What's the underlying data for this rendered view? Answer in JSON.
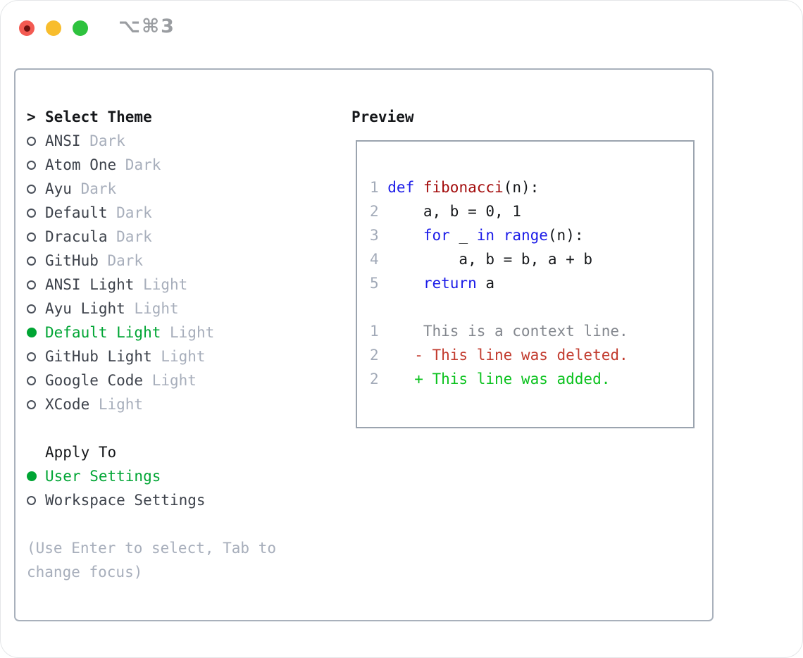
{
  "titlebar": {
    "shortcut": "⌥⌘3",
    "buttons": [
      "close",
      "minimize",
      "zoom"
    ]
  },
  "theme_list": {
    "header_prefix": ">",
    "header": "Select Theme",
    "items": [
      {
        "name": "ANSI",
        "variant": "Dark",
        "selected": false
      },
      {
        "name": "Atom One",
        "variant": "Dark",
        "selected": false
      },
      {
        "name": "Ayu",
        "variant": "Dark",
        "selected": false
      },
      {
        "name": "Default",
        "variant": "Dark",
        "selected": false
      },
      {
        "name": "Dracula",
        "variant": "Dark",
        "selected": false
      },
      {
        "name": "GitHub",
        "variant": "Dark",
        "selected": false
      },
      {
        "name": "ANSI Light",
        "variant": "Light",
        "selected": false
      },
      {
        "name": "Ayu Light",
        "variant": "Light",
        "selected": false
      },
      {
        "name": "Default Light",
        "variant": "Light",
        "selected": true
      },
      {
        "name": "GitHub Light",
        "variant": "Light",
        "selected": false
      },
      {
        "name": "Google Code",
        "variant": "Light",
        "selected": false
      },
      {
        "name": "XCode",
        "variant": "Light",
        "selected": false
      }
    ]
  },
  "apply_to": {
    "header": "Apply To",
    "items": [
      {
        "name": "User Settings",
        "selected": true
      },
      {
        "name": "Workspace Settings",
        "selected": false
      }
    ]
  },
  "hint": "(Use Enter to select, Tab to change focus)",
  "preview": {
    "title": "Preview",
    "lines": [
      {
        "num": "1",
        "tokens": [
          [
            "kw",
            "def"
          ],
          [
            "plain",
            " "
          ],
          [
            "fn",
            "fibonacci"
          ],
          [
            "plain",
            "(n):"
          ]
        ]
      },
      {
        "num": "2",
        "tokens": [
          [
            "plain",
            "    a, b = 0, 1"
          ]
        ]
      },
      {
        "num": "3",
        "tokens": [
          [
            "plain",
            "    "
          ],
          [
            "kw",
            "for"
          ],
          [
            "plain",
            " _ "
          ],
          [
            "kw",
            "in"
          ],
          [
            "plain",
            " "
          ],
          [
            "kw",
            "range"
          ],
          [
            "plain",
            "(n):"
          ]
        ]
      },
      {
        "num": "4",
        "tokens": [
          [
            "plain",
            "        a, b = b, a + b"
          ]
        ]
      },
      {
        "num": "5",
        "tokens": [
          [
            "plain",
            "    "
          ],
          [
            "kw",
            "return"
          ],
          [
            "plain",
            " a"
          ]
        ]
      },
      {
        "num": "",
        "tokens": []
      },
      {
        "num": "1",
        "tokens": [
          [
            "ctx",
            "    This is a context line."
          ]
        ]
      },
      {
        "num": "2",
        "tokens": [
          [
            "del",
            "   - This line was deleted."
          ]
        ]
      },
      {
        "num": "2",
        "tokens": [
          [
            "add",
            "   + This line was added."
          ]
        ]
      }
    ]
  },
  "colors": {
    "accent_green": "#00a534",
    "keyword_blue": "#1c1ce8",
    "function_red": "#a30b0b",
    "deleted_red": "#c23b2e",
    "added_green": "#0bc21e",
    "muted_gray": "#a7aebb",
    "panel_border": "#a9b1bc",
    "traffic_red": "#f35a52",
    "traffic_yellow": "#f8bd2d",
    "traffic_green": "#2ec23e"
  }
}
